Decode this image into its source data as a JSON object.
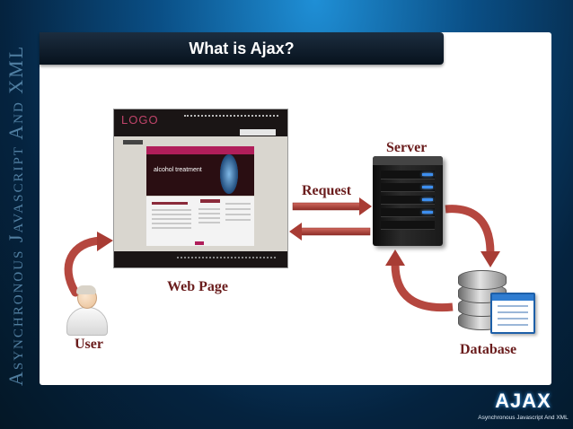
{
  "side_title": "Asynchronous Javascript And XML",
  "title": "What is Ajax?",
  "labels": {
    "server": "Server",
    "request": "Request",
    "web_page": "Web Page",
    "user": "User",
    "database": "Database"
  },
  "webpage_thumbnail": {
    "logo": "LOGO",
    "hero_text": "alcohol treatment"
  },
  "brand": {
    "logo": "AJAX",
    "tagline": "Asynchronous Javascript And XML"
  },
  "colors": {
    "arrow": "#b5473f",
    "label": "#6a1c1c",
    "title_bar": "#0f1c2a",
    "background": "#0a4f86"
  }
}
